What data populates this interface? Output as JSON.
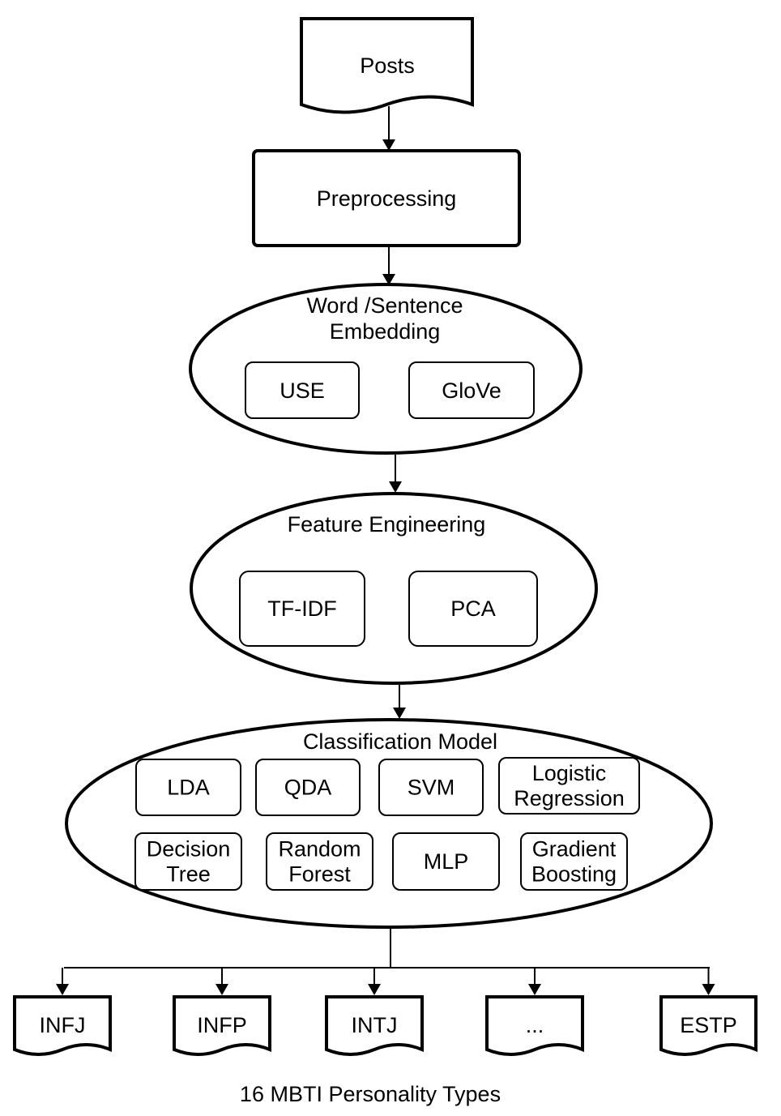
{
  "diagram": {
    "nodes": {
      "posts": "Posts",
      "preprocessing": "Preprocessing",
      "embedding": {
        "title_lines": [
          "Word /Sentence",
          "Embedding"
        ],
        "items": [
          "USE",
          "GloVe"
        ]
      },
      "features": {
        "title": "Feature Engineering",
        "items": [
          "TF-IDF",
          "PCA"
        ]
      },
      "classification": {
        "title": "Classification Model",
        "models": [
          [
            "LDA"
          ],
          [
            "QDA"
          ],
          [
            "SVM"
          ],
          [
            "Logistic",
            "Regression"
          ],
          [
            "Decision",
            "Tree"
          ],
          [
            "Random",
            "Forest"
          ],
          [
            "MLP"
          ],
          [
            "Gradient",
            "Boosting"
          ]
        ]
      },
      "outputs": [
        "INFJ",
        "INFP",
        "INTJ",
        "...",
        "ESTP"
      ]
    },
    "footer": "16 MBTI Personality Types"
  }
}
